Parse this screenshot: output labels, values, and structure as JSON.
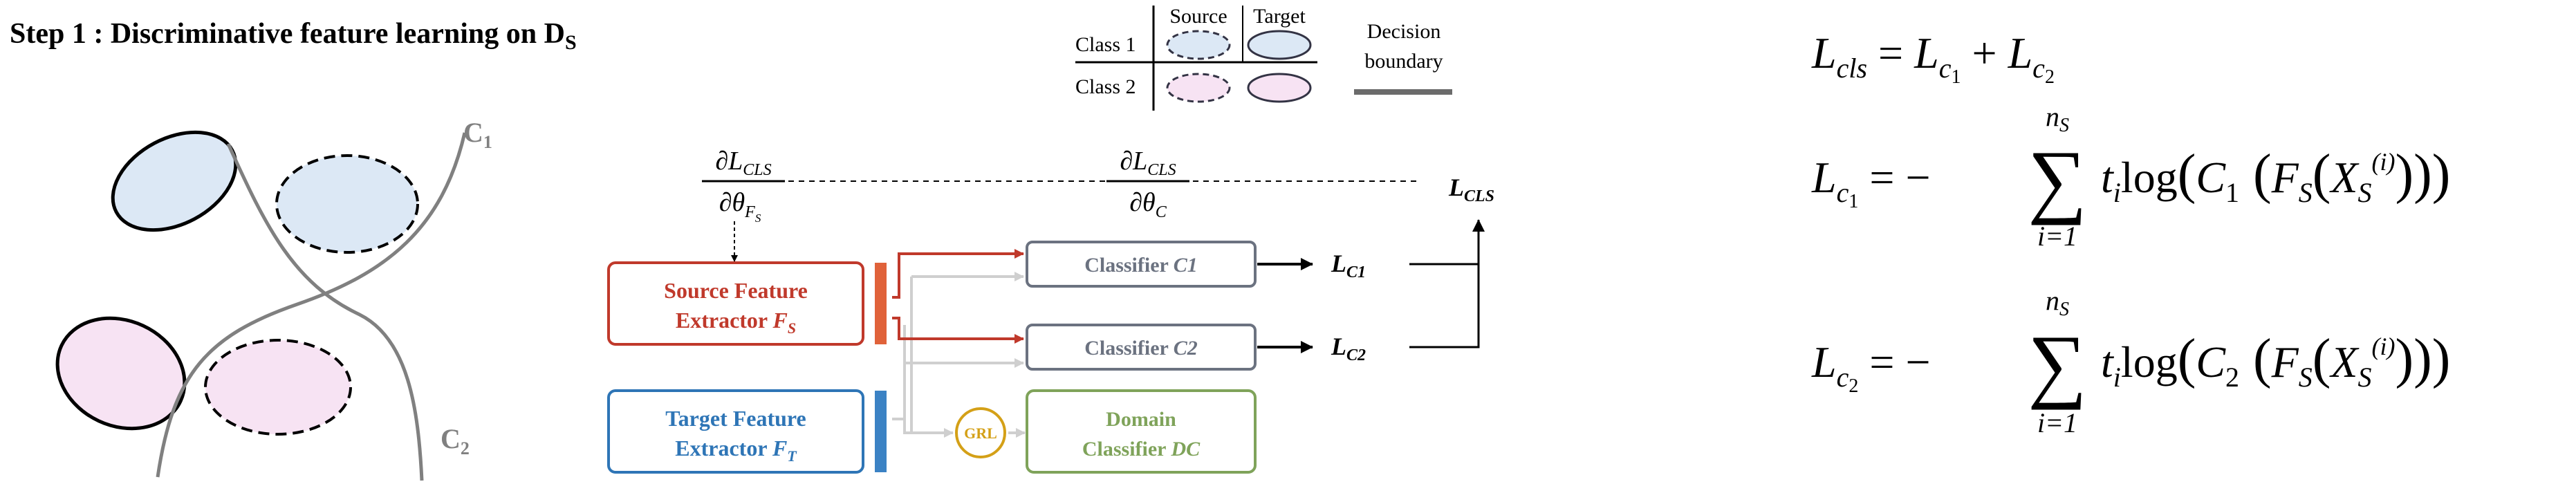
{
  "title": {
    "step": "Step 1 : Discriminative feature learning on D",
    "subscript": "S"
  },
  "legend": {
    "col_source": "Source",
    "col_target": "Target",
    "row_class1": "Class 1",
    "row_class2": "Class 2",
    "boundary_label_line1": "Decision",
    "boundary_label_line2": "boundary"
  },
  "scatter": {
    "boundary1_label": "C",
    "boundary1_sub": "1",
    "boundary2_label": "C",
    "boundary2_sub": "2"
  },
  "network": {
    "source_fe_line1": "Source Feature",
    "source_fe_line2_prefix": "Extractor ",
    "source_fe_symbol": "F",
    "source_fe_sub": "S",
    "target_fe_line1": "Target Feature",
    "target_fe_line2_prefix": "Extractor ",
    "target_fe_symbol": "F",
    "target_fe_sub": "T",
    "classifier1_prefix": "Classifier ",
    "classifier1_symbol": "C1",
    "classifier2_prefix": "Classifier ",
    "classifier2_symbol": "C2",
    "grl": "GRL",
    "domain_line1": "Domain",
    "domain_line2_prefix": "Classifier ",
    "domain_symbol": "DC",
    "loss_c1": "L",
    "loss_c1_sub": "C1",
    "loss_c2": "L",
    "loss_c2_sub": "C2",
    "loss_cls": "L",
    "loss_cls_sub": "CLS",
    "grad_num": "∂L",
    "grad_num_sub": "CLS",
    "grad_den1": "∂θ",
    "grad_den1_sub": "F",
    "grad_den1_subsub": "S",
    "grad_den2": "∂θ",
    "grad_den2_sub": "C"
  },
  "equations": {
    "eq1": {
      "lhs": "L",
      "lhs_sub": "cls",
      "rhs_a": "L",
      "rhs_a_sub": "c",
      "rhs_a_subsub": "1",
      "plus": "+",
      "rhs_b": "L",
      "rhs_b_sub": "c",
      "rhs_b_subsub": "2"
    },
    "eq2": {
      "lhs": "L",
      "lhs_sub": "c",
      "lhs_subsub": "1",
      "upper": "n",
      "upper_sub": "S",
      "lower": "i=1",
      "t": "t",
      "t_sub": "i",
      "log": "log",
      "C": "C",
      "C_sub": "1",
      "F": "F",
      "F_sub": "S",
      "X": "X",
      "X_sub": "S",
      "X_sup": "(i)"
    },
    "eq3": {
      "lhs": "L",
      "lhs_sub": "c",
      "lhs_subsub": "2",
      "upper": "n",
      "upper_sub": "S",
      "lower": "i=1",
      "t": "t",
      "t_sub": "i",
      "log": "log",
      "C": "C",
      "C_sub": "2",
      "F": "F",
      "F_sub": "S",
      "X": "X",
      "X_sub": "S",
      "X_sup": "(i)"
    }
  },
  "colors": {
    "source_red": "#c0392b",
    "source_bar": "#e0623a",
    "target_blue": "#2e75b6",
    "target_bar": "#3b82c4",
    "classifier_gray": "#6b7280",
    "domain_green": "#7fa35a",
    "grl_gold": "#d4a017",
    "class1_fill": "#dce8f5",
    "class2_fill": "#f7e3f3",
    "boundary_gray": "#808080"
  }
}
